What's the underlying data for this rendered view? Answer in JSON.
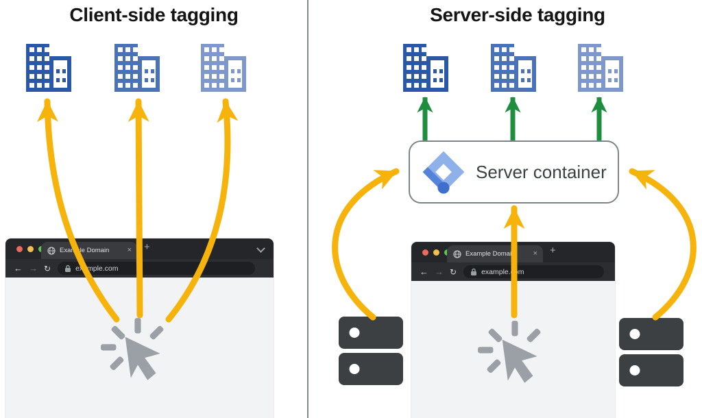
{
  "left_panel": {
    "title": "Client-side tagging"
  },
  "right_panel": {
    "title": "Server-side tagging",
    "server_container_label": "Server container"
  },
  "browser": {
    "tab_title": "Example Domain",
    "url": "example.com"
  },
  "icons": {
    "tab_close": "×",
    "new_tab": "+",
    "back": "←",
    "forward": "→",
    "reload": "↻"
  },
  "colors": {
    "arrow_yellow": "#F6B30B",
    "arrow_green": "#1E8E3E",
    "building_dark": "#2B57A7",
    "building_medium": "#4A73B7",
    "building_light": "#7E98CE",
    "server_rack": "#3C4043",
    "cursor_gray": "#9AA0A6",
    "page_bg": "#F1F3F4",
    "gtm_light": "#8FB1EA",
    "gtm_mid": "#5583D9",
    "gtm_dark": "#3E6FCB"
  }
}
